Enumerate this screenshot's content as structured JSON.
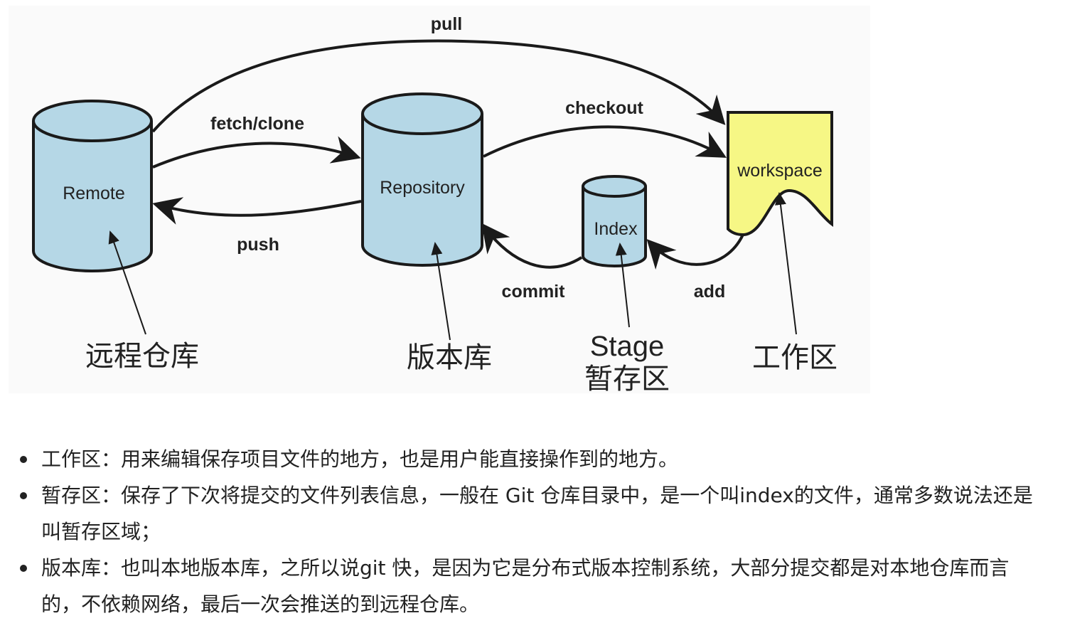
{
  "diagram": {
    "nodes": {
      "remote": "Remote",
      "repository": "Repository",
      "index": "Index",
      "workspace": "workspace"
    },
    "edges": {
      "pull": "pull",
      "fetch_clone": "fetch/clone",
      "push": "push",
      "checkout": "checkout",
      "commit": "commit",
      "add": "add"
    },
    "captions": {
      "remote": "远程仓库",
      "repository": "版本库",
      "stage_en": "Stage",
      "stage_cn": "暂存区",
      "workspace": "工作区"
    },
    "colors": {
      "cylinder_fill": "#b5d7e6",
      "workspace_fill": "#f6f785",
      "stroke": "#1a1a1a"
    }
  },
  "notes": [
    "工作区：用来编辑保存项目文件的地方，也是用户能直接操作到的地方。",
    "暂存区：保存了下次将提交的文件列表信息，一般在 Git 仓库目录中，是一个叫index的文件，通常多数说法还是叫暂存区域；",
    "版本库：也叫本地版本库，之所以说git 快，是因为它是分布式版本控制系统，大部分提交都是对本地仓库而言的，不依赖网络，最后一次会推送的到远程仓库。"
  ]
}
